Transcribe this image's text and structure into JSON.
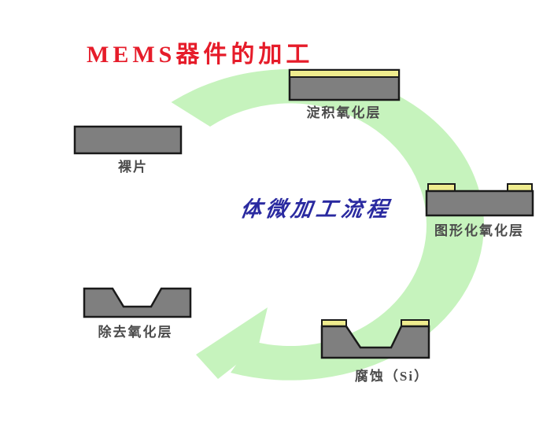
{
  "slide": {
    "title": "MEMS器件的加工",
    "center_caption": "体微加工流程"
  },
  "steps": [
    {
      "id": "bare-wafer",
      "label": "裸片"
    },
    {
      "id": "deposit-oxide",
      "label": "淀积氧化层"
    },
    {
      "id": "pattern-oxide",
      "label": "图形化氧化层"
    },
    {
      "id": "etch-si",
      "label": "腐蚀（Si）"
    },
    {
      "id": "remove-oxide",
      "label": "除去氧化层"
    }
  ],
  "colors": {
    "title_red": "#e61c2a",
    "caption_blue": "#2a2aa0",
    "arrow_green": "#c6f3bd",
    "wafer_gray": "#7f7f7f",
    "oxide_yellow": "#efec8e",
    "outline_black": "#1a1a1a",
    "label_gray": "#4b4b4b"
  }
}
